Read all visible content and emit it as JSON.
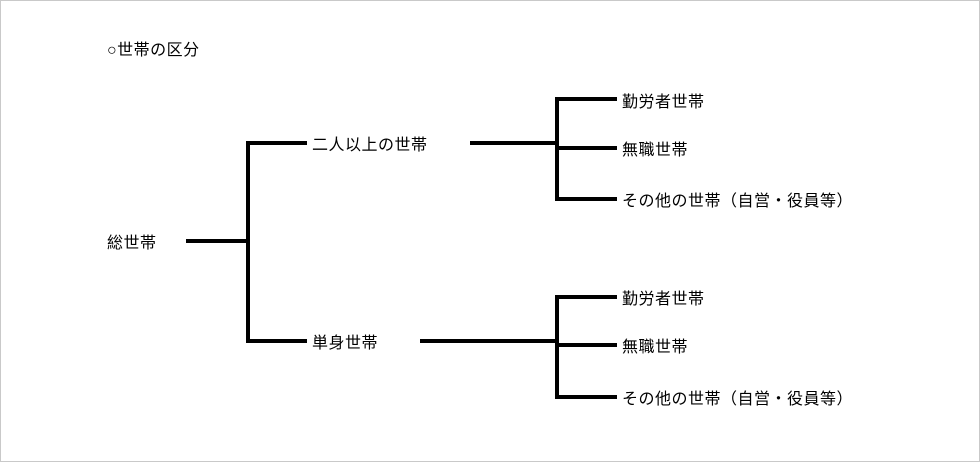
{
  "diagram": {
    "title": "○世帯の区分",
    "root": {
      "label": "総世帯"
    },
    "branches": [
      {
        "label": "二人以上の世帯",
        "children": [
          {
            "label": "勤労者世帯"
          },
          {
            "label": "無職世帯"
          },
          {
            "label": "その他の世帯（自営・役員等）"
          }
        ]
      },
      {
        "label": "単身世帯",
        "children": [
          {
            "label": "勤労者世帯"
          },
          {
            "label": "無職世帯"
          },
          {
            "label": "その他の世帯（自営・役員等）"
          }
        ]
      }
    ]
  },
  "colors": {
    "line": "#000000",
    "text": "#000000",
    "border": "#c9c9c9",
    "background": "#ffffff"
  }
}
